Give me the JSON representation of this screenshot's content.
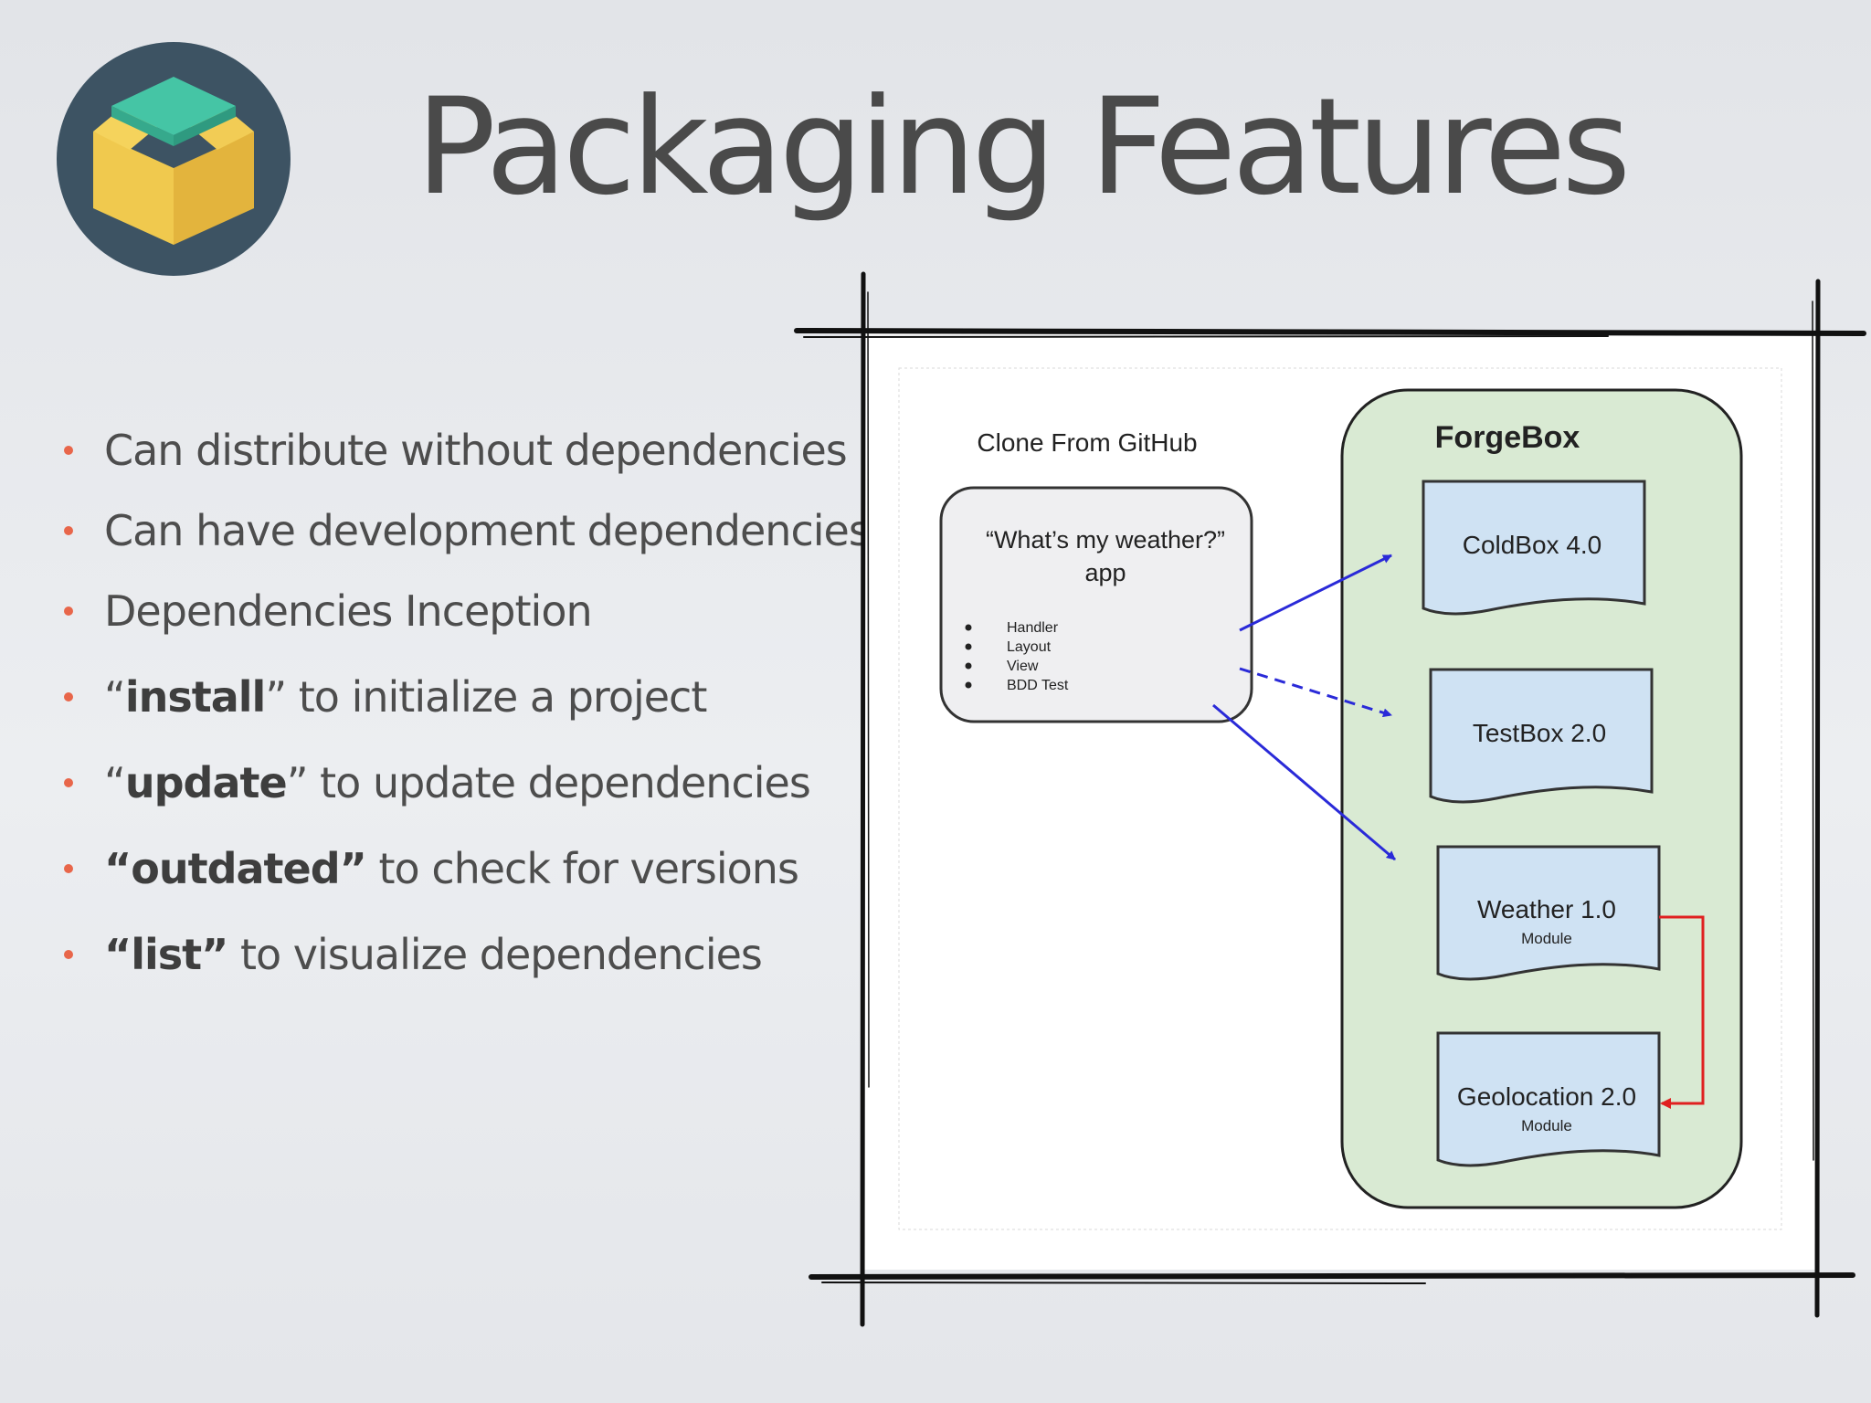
{
  "slide": {
    "title": "Packaging Features",
    "logo_icon": "open-box-icon",
    "bullet_color": "#e8664a",
    "bullets": [
      {
        "prefix": "",
        "bold": "",
        "suffix": "Can distribute without dependencies"
      },
      {
        "prefix": "",
        "bold": "",
        "suffix": "Can have development dependencies"
      },
      {
        "prefix": "",
        "bold": "",
        "suffix": "Dependencies Inception"
      },
      {
        "prefix": "“",
        "bold": "install",
        "suffix": "” to initialize a project"
      },
      {
        "prefix": "“",
        "bold": "update",
        "suffix": "” to update dependencies"
      },
      {
        "prefix": "",
        "bold": "“outdated”",
        "suffix": " to check for versions"
      },
      {
        "prefix": "",
        "bold": "“list”",
        "suffix": " to visualize dependencies"
      }
    ]
  },
  "diagram": {
    "clone_label": "Clone From GitHub",
    "app_title_line1": "“What’s my weather?”",
    "app_title_line2": "app",
    "app_items": [
      "Handler",
      "Layout",
      "View",
      "BDD Test"
    ],
    "forgebox_label": "ForgeBox",
    "packages": [
      {
        "name": "ColdBox 4.0",
        "sub": ""
      },
      {
        "name": "TestBox 2.0",
        "sub": ""
      },
      {
        "name": "Weather 1.0",
        "sub": "Module"
      },
      {
        "name": "Geolocation 2.0",
        "sub": "Module"
      }
    ],
    "colors": {
      "forgebox_fill": "#d9ead3",
      "package_fill": "#cfe2f3",
      "app_fill": "#efeff1",
      "arrow_blue": "#2a2ad8",
      "arrow_red": "#e02020"
    }
  }
}
